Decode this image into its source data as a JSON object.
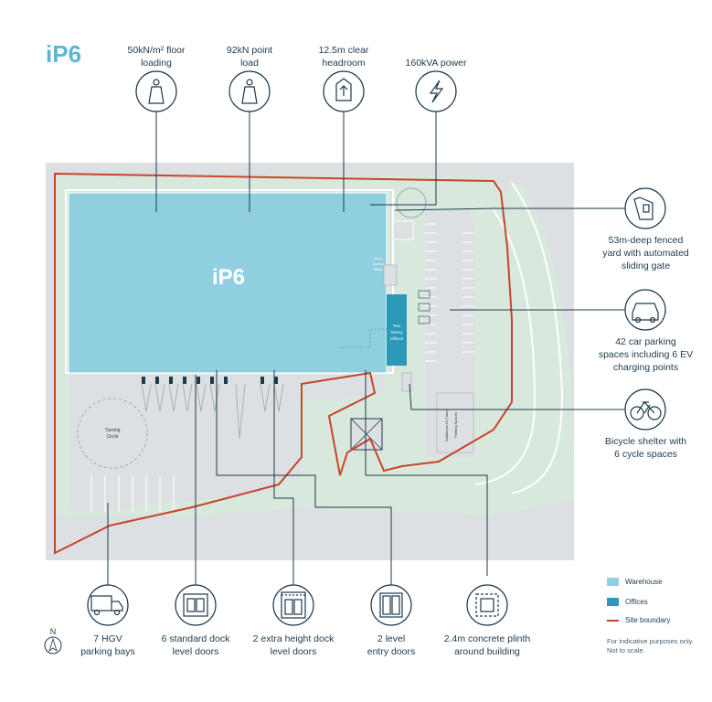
{
  "title": "iP6",
  "building_label": "iP6",
  "top_features": [
    {
      "icon": "weight-icon",
      "text": "50kN/m² floor loading",
      "line1": "50kN/m² floor",
      "line2": "loading"
    },
    {
      "icon": "weight-icon",
      "text": "92kN point load",
      "line1": "92kN point",
      "line2": "load"
    },
    {
      "icon": "arrow-up-icon",
      "text": "12.5m clear headroom",
      "line1": "12.5m clear",
      "line2": "headroom"
    },
    {
      "icon": "lightning-icon",
      "text": "160kVA power",
      "line1": "160kVA power",
      "line2": ""
    }
  ],
  "right_features": [
    {
      "icon": "gate-icon",
      "line1": "53m-deep fenced",
      "line2": "yard with automated",
      "line3": "sliding gate"
    },
    {
      "icon": "car-icon",
      "line1": "42 car parking",
      "line2": "spaces including 6 EV",
      "line3": "charging points"
    },
    {
      "icon": "bicycle-icon",
      "line1": "Bicycle shelter with",
      "line2": "6 cycle spaces",
      "line3": ""
    }
  ],
  "bottom_features": [
    {
      "icon": "truck-icon",
      "line1": "7 HGV",
      "line2": "parking bays"
    },
    {
      "icon": "dock-door-icon",
      "line1": "6 standard dock",
      "line2": "level doors"
    },
    {
      "icon": "extra-height-door-icon",
      "line1": "2 extra height dock",
      "line2": "level doors"
    },
    {
      "icon": "entry-door-icon",
      "line1": "2 level",
      "line2": "entry doors"
    },
    {
      "icon": "plinth-icon",
      "line1": "2.4m concrete plinth",
      "line2": "around building"
    }
  ],
  "plan_labels": {
    "turning_circle_1": "Turning",
    "turning_circle_2": "Circle",
    "offices_1": "Two",
    "offices_2": "Storey",
    "offices_3": "Offices",
    "roof_access_1": "Roof",
    "roof_access_2": "Access",
    "roof_access_3": "Stairs",
    "future_parking_1": "Additional 10 Future",
    "future_parking_2": "Parking Spaces"
  },
  "legend": [
    {
      "label": "Warehouse",
      "color": "#8fcfe0"
    },
    {
      "label": "Offices",
      "color": "#2a9ab8"
    },
    {
      "label": "Site boundary",
      "color": "#c8442c"
    }
  ],
  "north_label": "N",
  "note": "For indicative purposes only. Not to scale.",
  "colors": {
    "warehouse": "#8fcfe0",
    "offices": "#2a9ab8",
    "boundary": "#c8442c",
    "green": "#d9e8dc",
    "road": "#dde0e2",
    "line": "#1d3a4d",
    "brand": "#5bb8d4"
  }
}
